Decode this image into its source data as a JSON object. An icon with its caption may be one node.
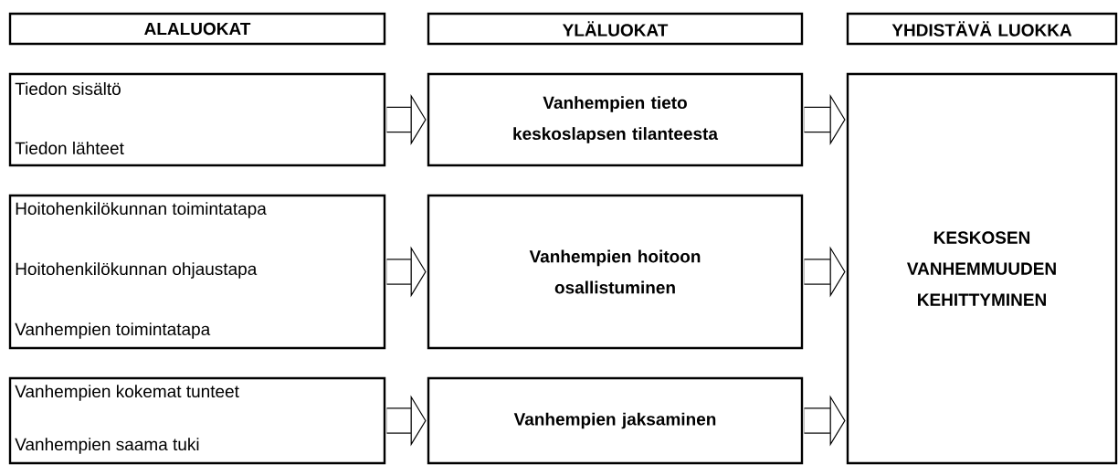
{
  "diagram": {
    "nodes": [
      {
        "text": [
          "ALALUOKAT"
        ]
      },
      {
        "text": [
          "YLÄLUOKAT"
        ]
      },
      {
        "text": [
          "YHDISTÄVÄ LUOKKA"
        ]
      },
      {
        "text": [
          "Tiedon sisältö",
          "Tiedon lähteet"
        ]
      },
      {
        "text": [
          "Vanhempien tieto keskoslapsen tilanteesta"
        ]
      },
      {
        "text": [
          "KESKOSEN VANHEMMUUDEN KEHITTYMINEN"
        ]
      },
      {
        "text": [
          "Hoitohenkilökunnan toimintatapa",
          "Hoitohenkilökunnan ohjaustapa",
          "Vanhempien toimintatapa"
        ]
      },
      {
        "text": [
          "Vanhempien hoitoon osallistuminen"
        ]
      },
      {
        "text": [
          "Vanhempien kokemat tunteet",
          "Vanhempien saama tuki"
        ]
      },
      {
        "text": [
          "Vanhempien jaksaminen"
        ]
      }
    ],
    "edges": [
      {
        "from": 3,
        "to": 4,
        "arrow": "to"
      },
      {
        "from": 4,
        "to": 5,
        "arrow": "to"
      },
      {
        "from": 6,
        "to": 7,
        "arrow": "to"
      },
      {
        "from": 7,
        "to": 5,
        "arrow": "to"
      },
      {
        "from": 8,
        "to": 9,
        "arrow": "to"
      },
      {
        "from": 9,
        "to": 5,
        "arrow": "to"
      }
    ]
  }
}
